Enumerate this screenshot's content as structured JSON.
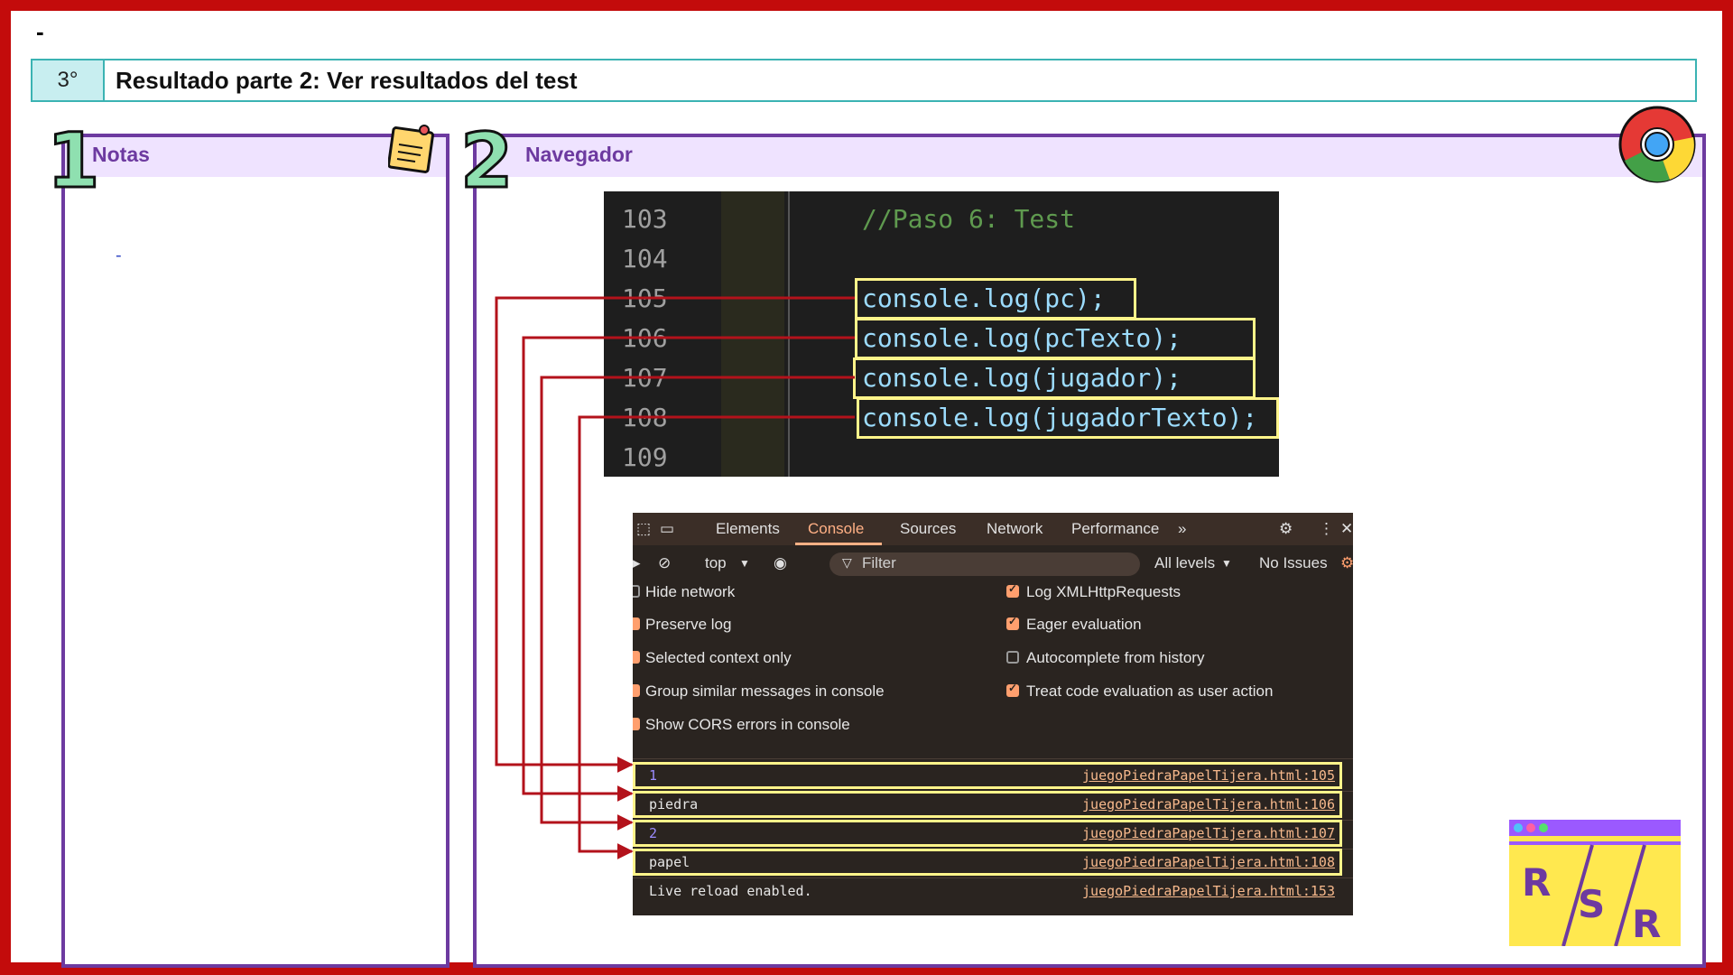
{
  "header": {
    "dash": "-",
    "step": "3°",
    "title": "Resultado parte 2: Ver resultados del test"
  },
  "panel_notes": {
    "number": "1",
    "title": "Notas",
    "dash": "-"
  },
  "panel_browser": {
    "number": "2",
    "title": "Navegador"
  },
  "code": {
    "lines": [
      {
        "num": "103",
        "text": "//Paso 6: Test"
      },
      {
        "num": "104",
        "text": ""
      },
      {
        "num": "105",
        "text": "console.log(pc);"
      },
      {
        "num": "106",
        "text": "console.log(pcTexto);"
      },
      {
        "num": "107",
        "text": "console.log(jugador);"
      },
      {
        "num": "108",
        "text": "console.log(jugadorTexto);"
      },
      {
        "num": "109",
        "text": ""
      }
    ]
  },
  "devtools": {
    "tabs": [
      "Elements",
      "Console",
      "Sources",
      "Network",
      "Performance"
    ],
    "active_tab": "Console",
    "toolbar": {
      "context": "top",
      "filter_placeholder": "Filter",
      "levels": "All levels",
      "issues": "No Issues"
    },
    "settings_left": [
      {
        "label": "Hide network",
        "checked": false
      },
      {
        "label": "Preserve log",
        "checked": true
      },
      {
        "label": "Selected context only",
        "checked": true
      },
      {
        "label": "Group similar messages in console",
        "checked": true
      },
      {
        "label": "Show CORS errors in console",
        "checked": true
      }
    ],
    "settings_right": [
      {
        "label": "Log XMLHttpRequests",
        "checked": true
      },
      {
        "label": "Eager evaluation",
        "checked": true
      },
      {
        "label": "Autocomplete from history",
        "checked": false
      },
      {
        "label": "Treat code evaluation as user action",
        "checked": true
      }
    ],
    "logs": [
      {
        "msg": "1",
        "src": "juegoPiedraPapelTijera.html:105",
        "numeric": true
      },
      {
        "msg": "piedra",
        "src": "juegoPiedraPapelTijera.html:106",
        "numeric": false
      },
      {
        "msg": "2",
        "src": "juegoPiedraPapelTijera.html:107",
        "numeric": true
      },
      {
        "msg": "papel",
        "src": "juegoPiedraPapelTijera.html:108",
        "numeric": false
      },
      {
        "msg": "Live reload enabled.",
        "src": "juegoPiedraPapelTijera.html:153",
        "numeric": false
      }
    ]
  },
  "logo": {
    "text_r1": "R",
    "text_s": "S",
    "text_r2": "R"
  },
  "colors": {
    "frame": "#c30b0b",
    "panel_border": "#6d3aa0",
    "highlight": "#fff48a",
    "arrow": "#b3121b"
  }
}
